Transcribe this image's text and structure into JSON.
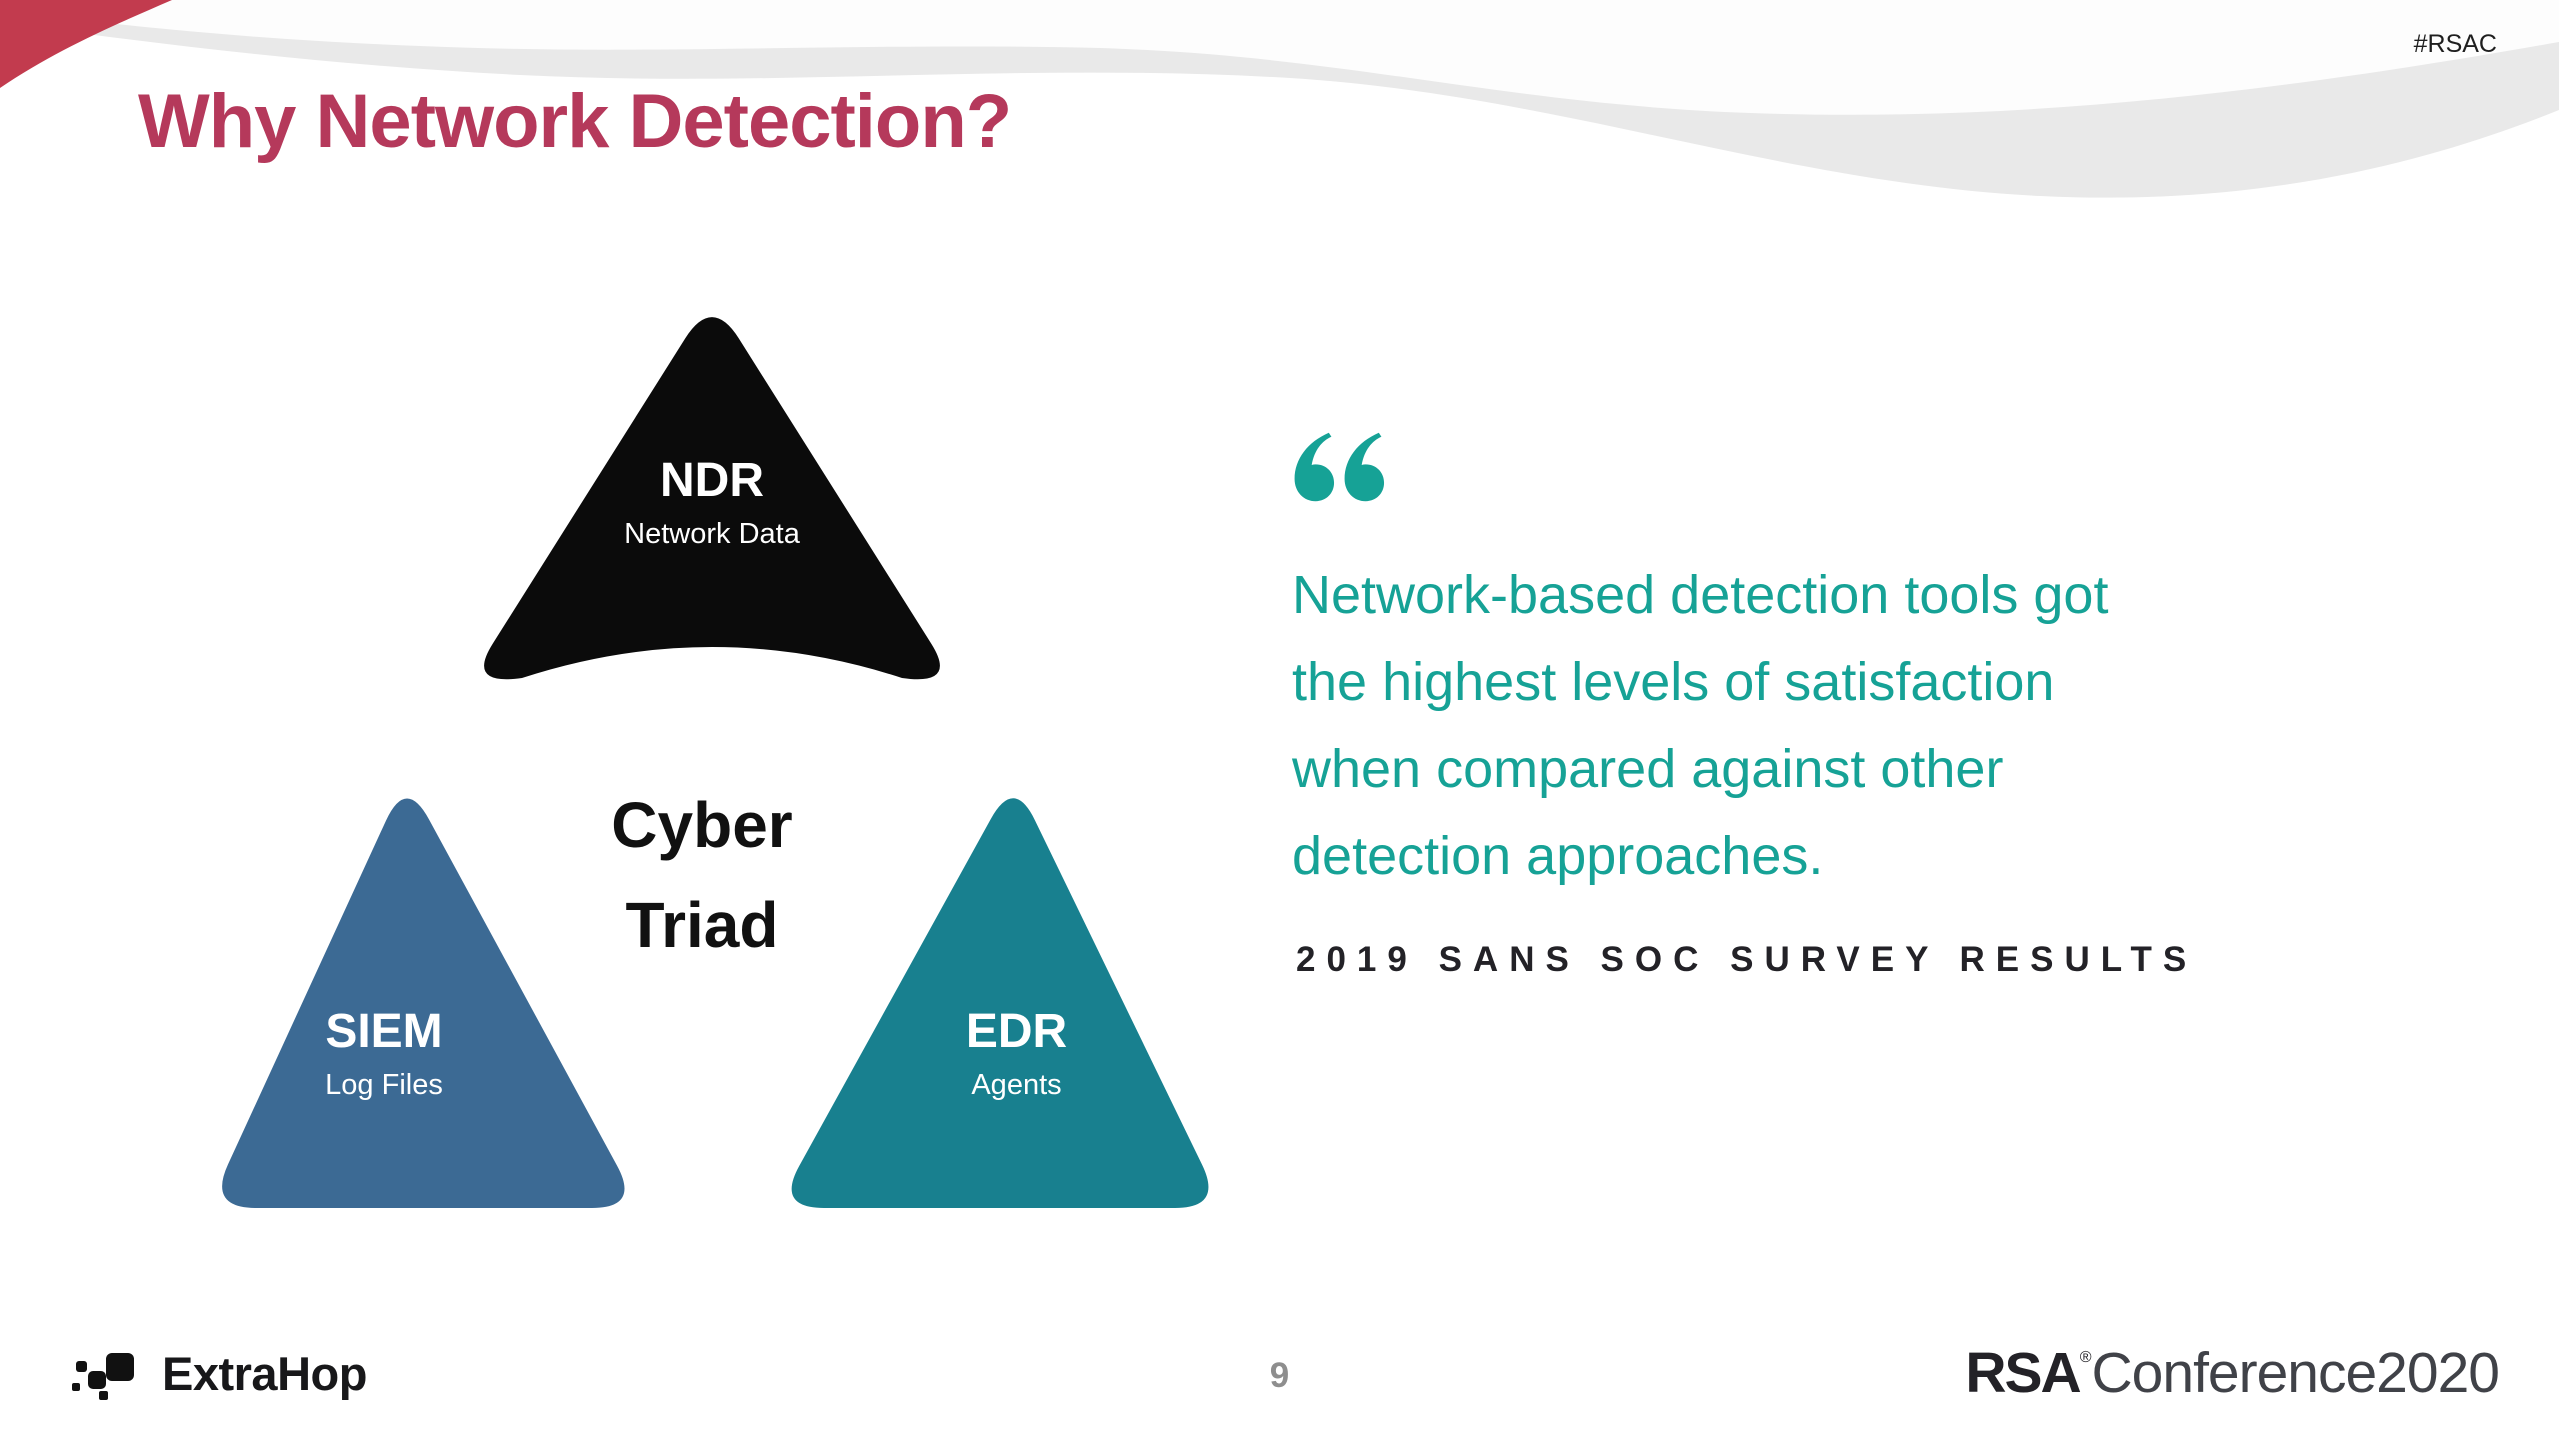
{
  "colors": {
    "title": "#B5395B",
    "corner-red": "#C23B4E",
    "wave-gray": "#E9E9E9",
    "ndr": "#0B0B0B",
    "siem": "#3C6A94",
    "edr": "#18808F",
    "quote": "#16A296",
    "page-num": "#8E8E8E"
  },
  "header": {
    "hashtag": "#RSAC",
    "title": "Why Network Detection?"
  },
  "triad": {
    "center": {
      "line1": "Cyber",
      "line2": "Triad"
    },
    "ndr": {
      "abbr": "NDR",
      "label": "Network Data"
    },
    "siem": {
      "abbr": "SIEM",
      "label": "Log Files"
    },
    "edr": {
      "abbr": "EDR",
      "label": "Agents"
    }
  },
  "quote": {
    "mark": "“",
    "lines": [
      "Network-based detection tools got",
      "the highest levels of satisfaction",
      "when compared against other",
      "detection approaches."
    ],
    "attribution": "2019 SANS SOC SURVEY RESULTS"
  },
  "footer": {
    "extrahop": "ExtraHop",
    "page_number": "9",
    "rsa": "RSA",
    "registered": "®",
    "conference": "Conference2020"
  },
  "icons": {
    "quote-mark-icon": "left double quotation mark",
    "extrahop-logo-icon": "pixel-square cluster",
    "top-wave": "decorative gray swoosh with red corner"
  }
}
